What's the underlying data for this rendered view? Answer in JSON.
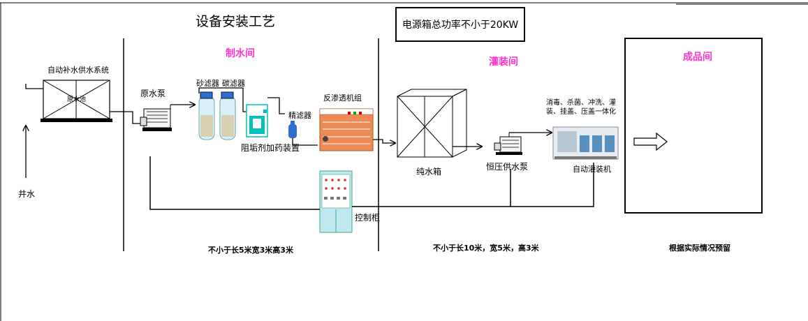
{
  "title": "设备安装工艺",
  "power_note": "电源箱总功率不小于20KW",
  "zones": {
    "water_room": {
      "label": "制水间",
      "size": "不小于长5米宽3米高3米"
    },
    "filling_room": {
      "label": "灌装间",
      "size": "不小于长10米，宽5米，高3米"
    },
    "product_room": {
      "label": "成品间",
      "size": "根据实际情况预留"
    }
  },
  "equipment": {
    "auto_supply": "自动补水供水系统",
    "raw_pool": "原水池",
    "raw_pump": "原水泵",
    "sand_filter": "砂滤器",
    "carbon_filter": "碳滤器",
    "scale_inhibitor": "阻垢剂加药装置",
    "precision_filter": "精滤器",
    "ro_unit": "反渗透机组",
    "pure_tank": "纯水箱",
    "const_pump": "恒压供水泵",
    "filling_machine": "自动灌装机",
    "filling_desc": "消毒、杀菌、冲洗、灌装、挂盖、压盖一体化",
    "control_cabinet": "控制柜",
    "well_water": "井水"
  },
  "colors": {
    "zone_label": "#ff33cc",
    "ro_orange": "#ee8a55",
    "cabinet_teal": "#bfe8f0",
    "filter_blue": "#2f6fd0",
    "dosing_teal": "#00c0c0"
  }
}
